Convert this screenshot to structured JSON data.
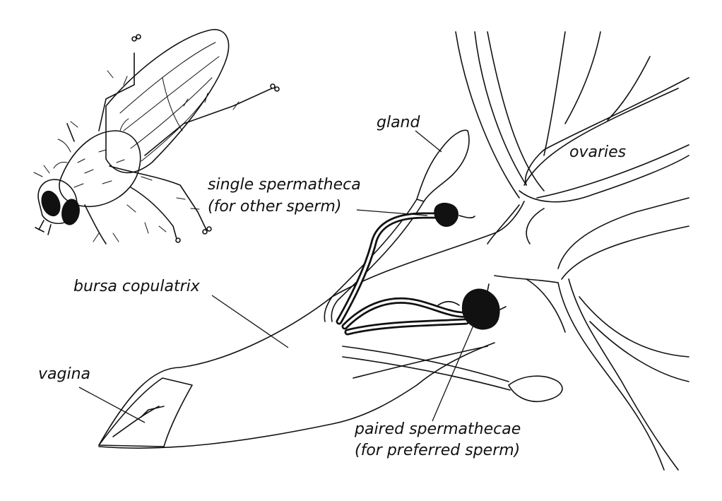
{
  "labels": {
    "gland": "gland",
    "ovaries": "ovaries",
    "single_spermatheca_line1": "single spermatheca",
    "single_spermatheca_line2": "(for other sperm)",
    "bursa_copulatrix": "bursa copulatrix",
    "vagina": "vagina",
    "paired_spermathecae_line1": "paired spermathecae",
    "paired_spermathecae_line2": "(for preferred sperm)"
  },
  "colors": {
    "ink": "#111111",
    "background": "#ffffff"
  }
}
